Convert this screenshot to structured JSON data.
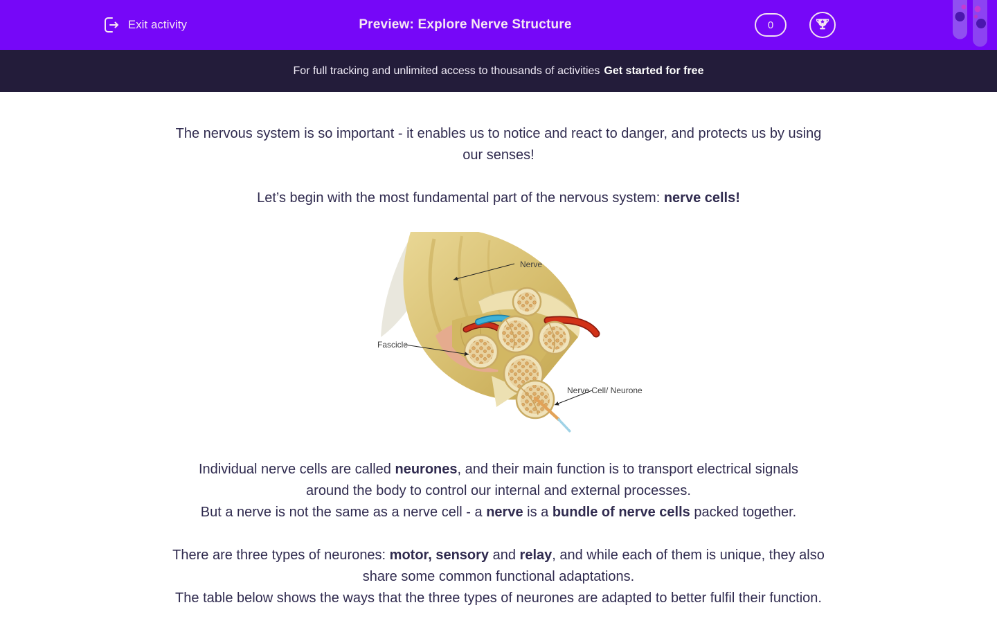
{
  "header": {
    "exit_label": "Exit activity",
    "title": "Preview: Explore Nerve Structure",
    "score": "0"
  },
  "banner": {
    "message": "For full tracking and unlimited access to thousands of activities",
    "cta": "Get started for free"
  },
  "content": {
    "intro_line1": "The nervous system is so important - it enables us to notice and react to danger, and protects us by using",
    "intro_line2": "our senses!",
    "begin_pre": "Let’s begin with the most fundamental part of the nervous system: ",
    "begin_bold": "nerve cells!",
    "neurones_pre": "Individual nerve cells are called ",
    "neurones_bold": "neurones",
    "neurones_post": ", and their main function is to transport electrical signals",
    "neurones_line2": "around the body to control our internal and external processes.",
    "nerve_pre": "But a nerve is not the same as a nerve cell - a ",
    "nerve_bold": "nerve",
    "nerve_mid": " is a ",
    "bundle_bold": "bundle of nerve cells",
    "nerve_post": " packed together.",
    "types_pre": "There are three types of neurones: ",
    "types_bold1": "motor, sensory",
    "types_mid": " and ",
    "types_bold2": "relay",
    "types_post": ", and while each of them is unique, they also",
    "types_line2": "share some common functional adaptations.",
    "table_line": "The table below shows the ways that the three types of neurones are adapted to better fulfil their function."
  },
  "figure": {
    "label_nerve": "Nerve",
    "label_fascicle": "Fascicle",
    "label_neurone": "Nerve Cell/ Neurone"
  },
  "colors": {
    "header_bg": "#7607f8",
    "banner_bg": "#231c3a",
    "header_text": "#f6e7f3",
    "body_text": "#302b4f",
    "nerve_tan": "#d6bd6d",
    "vessel_red": "#d23218",
    "vessel_blue": "#3fb2d8"
  }
}
